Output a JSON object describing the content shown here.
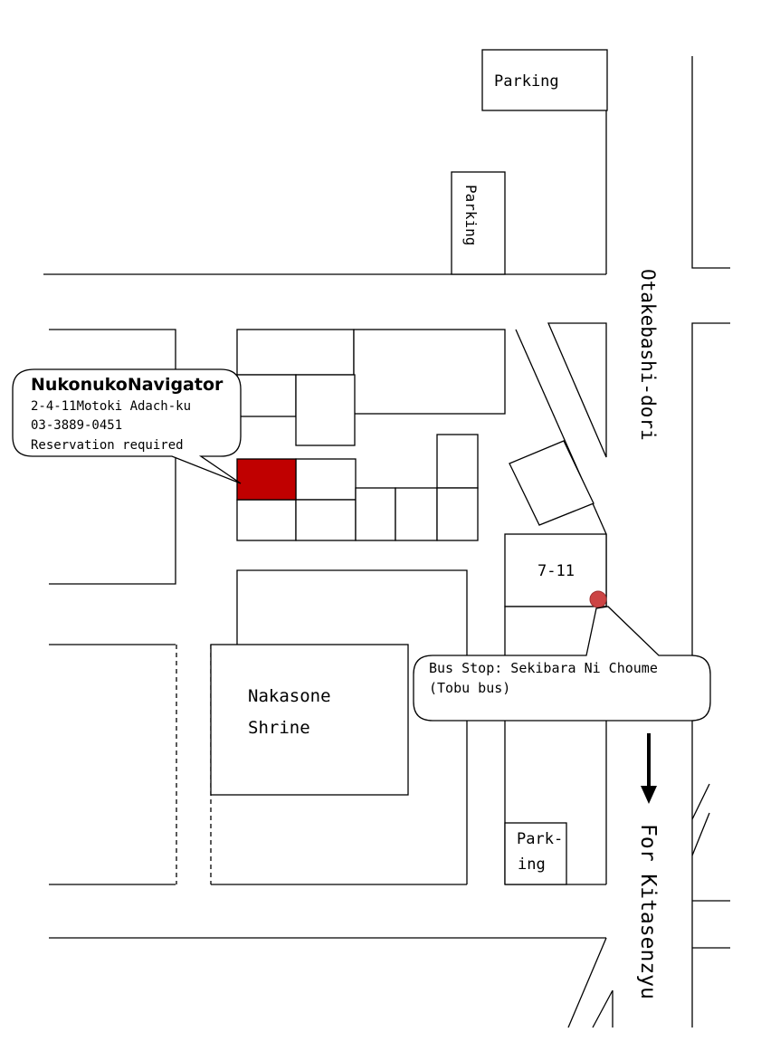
{
  "colors": {
    "destination": "#c00000",
    "bus_stop": "#cc4444",
    "line": "#000000",
    "background": "#ffffff"
  },
  "shop_callout": {
    "name": "NukonukoNavigator",
    "address": "2-4-11Motoki Adach-ku",
    "phone": "03-3889-0451",
    "note": "Reservation required"
  },
  "bus_callout": {
    "line1": "Bus Stop: Sekibara Ni Choume",
    "line2": "(Tobu bus)"
  },
  "labels": {
    "parking_top": "Parking",
    "parking_vertical": "Parking",
    "parking_small_line1": "Park-",
    "parking_small_line2": "ing",
    "seven_eleven": "7-11",
    "shrine_line1": "Nakasone",
    "shrine_line2": "Shrine",
    "road_name": "Otakebashi-dori",
    "direction": "For Kitasenzyu"
  },
  "icons": {
    "direction_arrow": "arrow-down-icon",
    "bus_stop_marker": "bus-stop-icon"
  }
}
